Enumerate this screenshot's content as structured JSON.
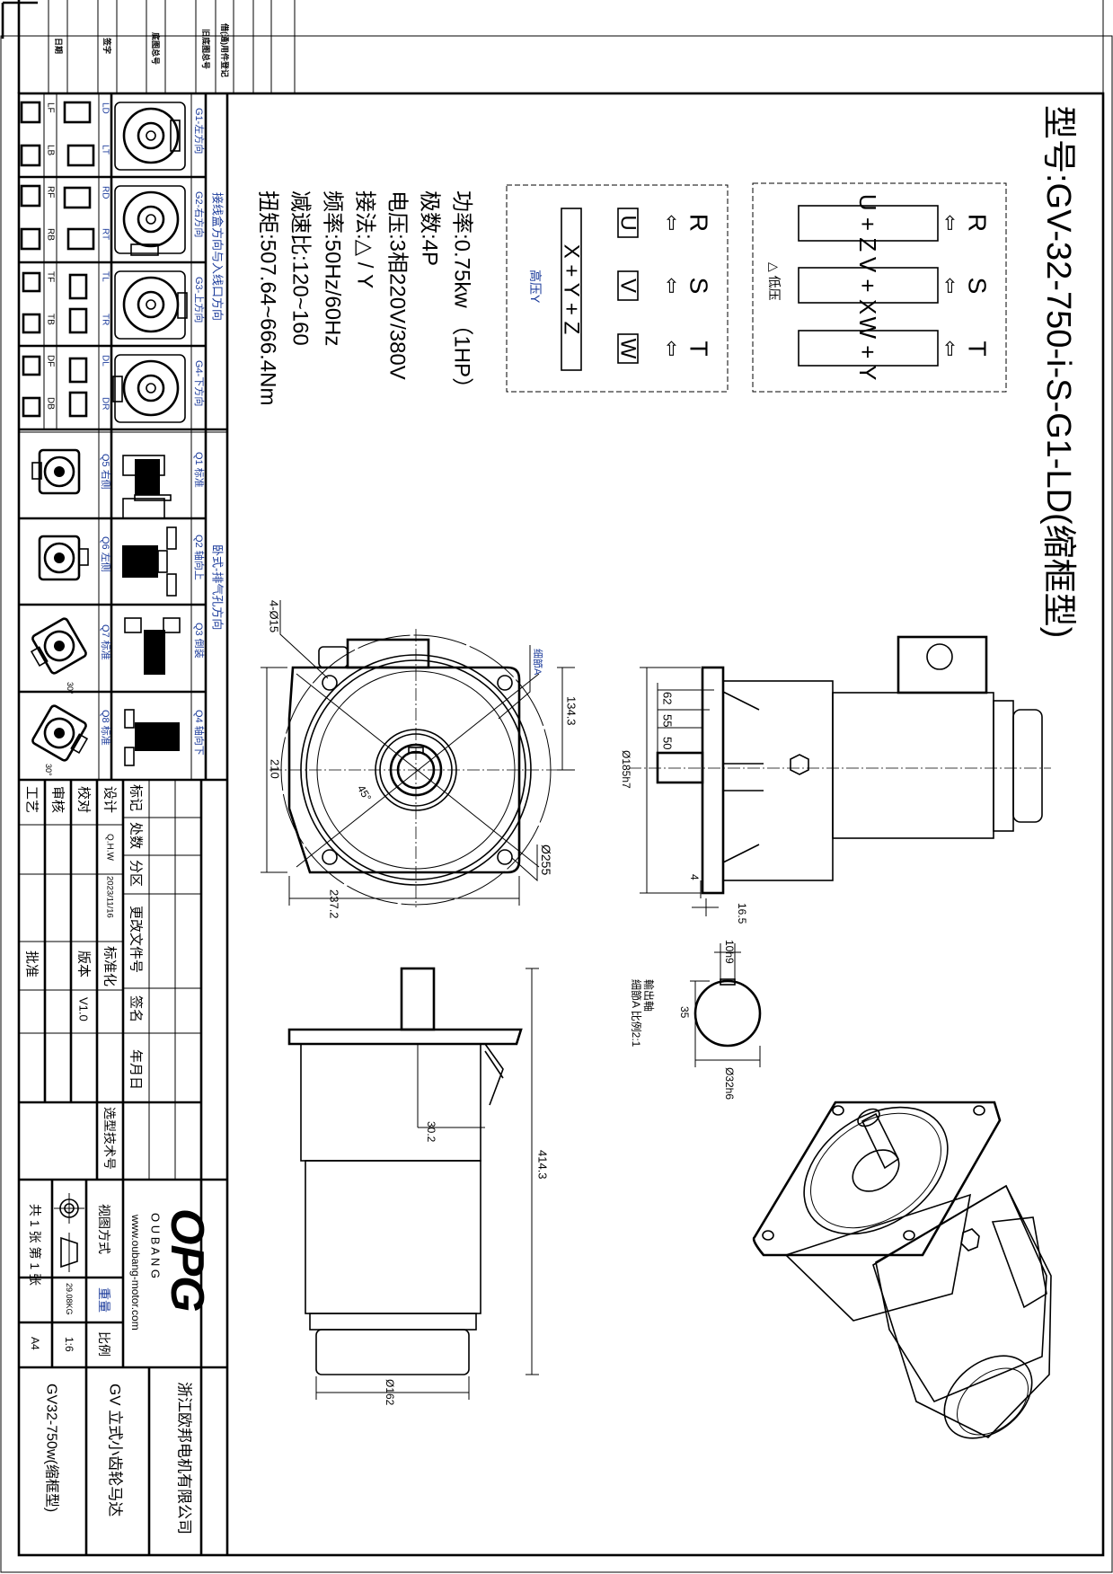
{
  "title_strip": {
    "labels": [
      "日期",
      "签字",
      "底图总号",
      "旧底图总号",
      "借(通)用件登记"
    ]
  },
  "model": {
    "label": "型号:GV-32-750-i-S-G1-LD(缩框型)"
  },
  "wiring": {
    "low": {
      "caption": "△ 低压",
      "terminals": [
        "R",
        "S",
        "T"
      ],
      "pairs": [
        "U + Z",
        "V + X",
        "W + Y"
      ]
    },
    "high": {
      "caption": "高压Y",
      "terminals": [
        "R",
        "S",
        "T"
      ],
      "boxes": [
        "U",
        "V",
        "W"
      ],
      "bridge": "X + Y + Z"
    },
    "arrow": "⇦"
  },
  "specs": [
    "功率:0.75kw （1HP）",
    "极数:4P",
    "电压:3相220V/380V",
    "接法:△ / Y",
    "频率:50Hz/60Hz",
    "减速比:120~160",
    "扭矩:507.64~666.4Nm"
  ],
  "dims": {
    "holes": "4-Ø15",
    "detail": "细節A",
    "height_134": "134.3",
    "d255": "Ø255",
    "h210": "210",
    "w237": "237.2",
    "angle": "45°",
    "l62": "62",
    "l55": "55",
    "l50": "50",
    "d185": "Ø185h7",
    "t4": "4",
    "t16": "16.5",
    "key": "10h9",
    "k35": "35",
    "d32": "Ø32h6",
    "shaft_caption_1": "輸出軸",
    "shaft_caption_2": "細節A 比例2:1",
    "total": "414.3",
    "d162": "Ø162",
    "off30": "30.2"
  },
  "orientation": {
    "group_g": "接线盒方向与入线口方向",
    "group_q": "卧式-排气孔方向",
    "g": [
      {
        "label": "G1-左方向",
        "a": "LD",
        "b": "LT",
        "c": "LF",
        "d": "LB"
      },
      {
        "label": "G2-右方向",
        "a": "RD",
        "b": "RT",
        "c": "RF",
        "d": "RB"
      },
      {
        "label": "G3-上方向",
        "a": "TL",
        "b": "TR",
        "c": "TF",
        "d": "TB"
      },
      {
        "label": "G4-下方向",
        "a": "DL",
        "b": "DR",
        "c": "DF",
        "d": "DB"
      }
    ],
    "q": [
      {
        "label": "Q1 标准",
        "sub": "Q5 右侧"
      },
      {
        "label": "Q2 轴向上",
        "sub": "Q6 左侧"
      },
      {
        "label": "Q3 倒装",
        "sub": "Q7 标准"
      },
      {
        "label": "Q4 轴向下",
        "sub": "Q8 标准"
      }
    ],
    "angle_30": "30°"
  },
  "title_block": {
    "headers": [
      "标记",
      "处数",
      "分区",
      "更改文件号",
      "签名",
      "年月日"
    ],
    "design": "设计",
    "designer": "Q.H.W",
    "date": "2023/11/16",
    "standard": "标准化",
    "check": "校对",
    "version_label": "版本",
    "version": "V1.0",
    "review": "审核",
    "process": "工艺",
    "approve": "批准",
    "selection_no": "选型技术号",
    "logo": "OPG",
    "brand": "O U B A N G",
    "website": "www.oubang-motor.com",
    "view_label": "视图方式",
    "weight_label": "重量",
    "weight": "29.08KG",
    "scale_label": "比例",
    "scale": "1:6",
    "sheets": "共 1 张 第 1 张",
    "paper": "A4",
    "company": "浙江欧邦电机有限公司",
    "product": "GV 立式小齿轮马达",
    "drawing_name": "GV32-750w(缩框型)"
  }
}
